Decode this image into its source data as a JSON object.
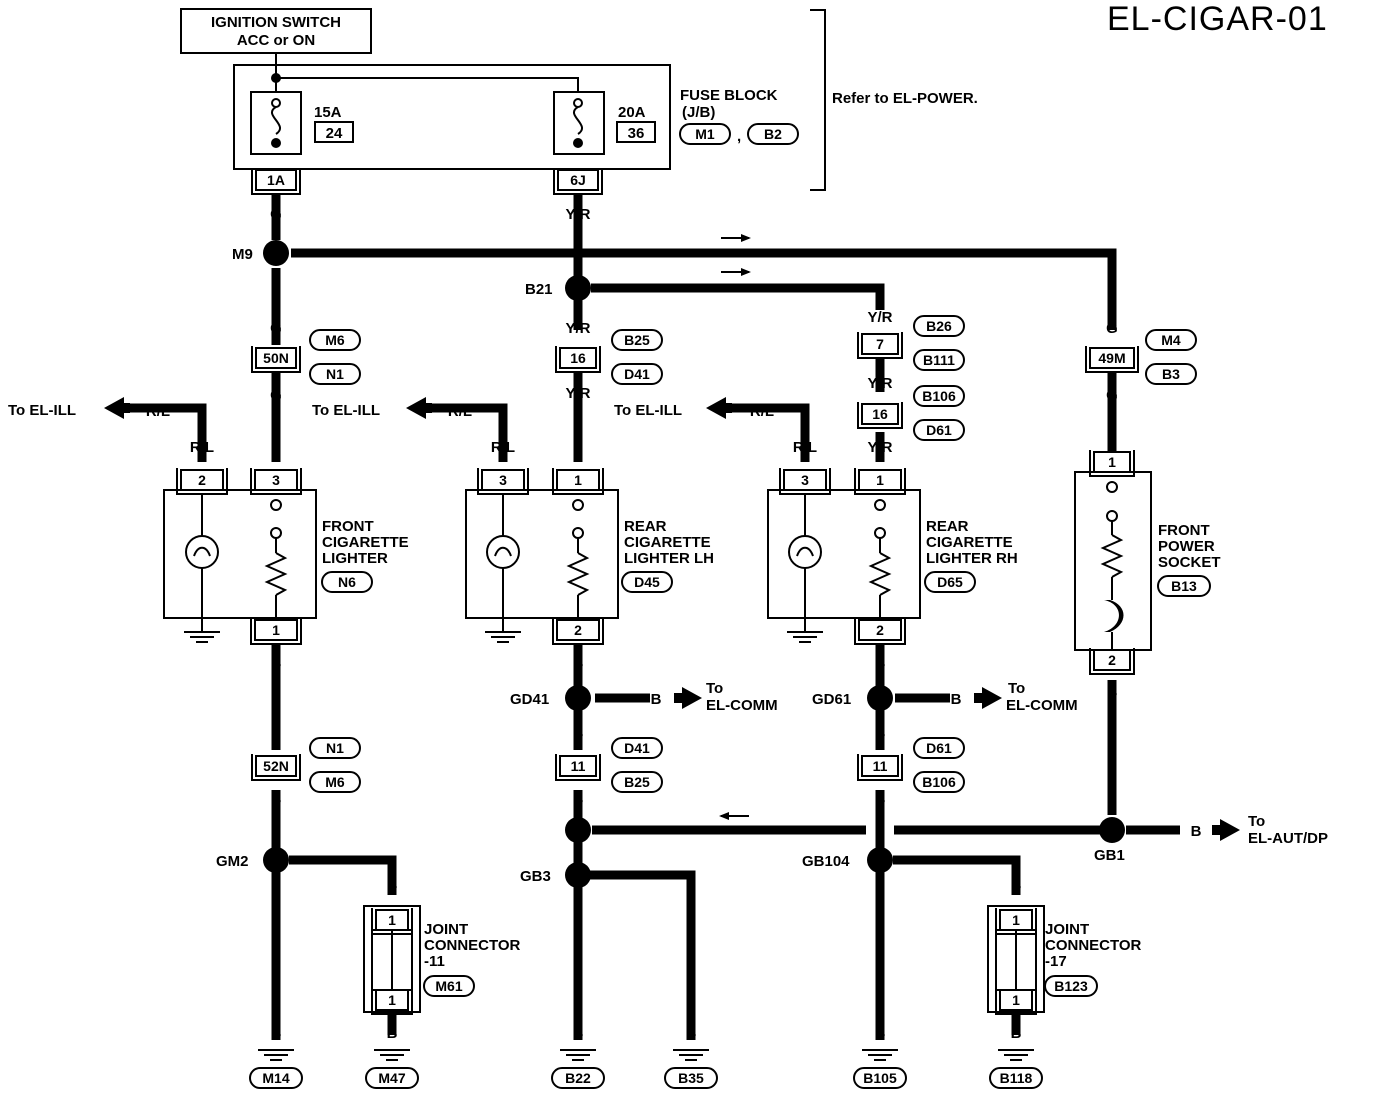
{
  "title": "EL-CIGAR-01",
  "ignition": {
    "line1": "IGNITION SWITCH",
    "line2": "ACC or ON"
  },
  "fuse_block": {
    "label_lines": [
      "FUSE BLOCK",
      "(J/B)"
    ],
    "connectors": [
      "M1",
      "B2"
    ],
    "separator": ",",
    "refer": "Refer to EL-POWER.",
    "fuses": [
      {
        "rating": "15A",
        "number": "24",
        "terminal": "1A"
      },
      {
        "rating": "20A",
        "number": "36",
        "terminal": "6J"
      }
    ]
  },
  "wire_colors": {
    "g": "G",
    "yr": "Y/R",
    "rl": "R/L",
    "b": "B"
  },
  "splices": {
    "m9": "M9",
    "b21": "B21",
    "gd41": "GD41",
    "gd61": "GD61",
    "gm2": "GM2",
    "gb3": "GB3",
    "gb104": "GB104",
    "gb1": "GB1"
  },
  "inline_connectors": {
    "c50n": {
      "pin": "50N",
      "tags": [
        "M6",
        "N1"
      ]
    },
    "c16a": {
      "pin": "16",
      "tags": [
        "B25",
        "D41"
      ]
    },
    "c7": {
      "pin": "7",
      "tags": [
        "B26",
        "B111"
      ]
    },
    "c16b": {
      "pin": "16",
      "tags": [
        "B106",
        "D61"
      ]
    },
    "c49m": {
      "pin": "49M",
      "tags": [
        "M4",
        "B3"
      ]
    },
    "c52n": {
      "pin": "52N",
      "tags": [
        "N1",
        "M6"
      ]
    },
    "c11a": {
      "pin": "11",
      "tags": [
        "D41",
        "B25"
      ]
    },
    "c11b": {
      "pin": "11",
      "tags": [
        "D61",
        "B106"
      ]
    }
  },
  "to_refs": {
    "ill": "To EL-ILL",
    "to": "To",
    "comm": "EL-COMM",
    "autdp": "EL-AUT/DP"
  },
  "components": {
    "front_lighter": {
      "lines": [
        "FRONT",
        "CIGARETTE",
        "LIGHTER"
      ],
      "connector": "N6",
      "pins": [
        "2",
        "3",
        "1"
      ]
    },
    "rear_lh": {
      "lines": [
        "REAR",
        "CIGARETTE",
        "LIGHTER LH"
      ],
      "connector": "D45",
      "pins": [
        "3",
        "1",
        "2"
      ]
    },
    "rear_rh": {
      "lines": [
        "REAR",
        "CIGARETTE",
        "LIGHTER RH"
      ],
      "connector": "D65",
      "pins": [
        "3",
        "1",
        "2"
      ]
    },
    "power_socket": {
      "lines": [
        "FRONT",
        "POWER",
        "SOCKET"
      ],
      "connector": "B13",
      "pins": [
        "1",
        "2"
      ]
    },
    "joint11": {
      "lines": [
        "JOINT",
        "CONNECTOR",
        "-11"
      ],
      "connector": "M61",
      "pins": [
        "1",
        "1"
      ]
    },
    "joint17": {
      "lines": [
        "JOINT",
        "CONNECTOR",
        "-17"
      ],
      "connector": "B123",
      "pins": [
        "1",
        "1"
      ]
    }
  },
  "grounds": [
    "M14",
    "M47",
    "B22",
    "B35",
    "B105",
    "B118"
  ]
}
